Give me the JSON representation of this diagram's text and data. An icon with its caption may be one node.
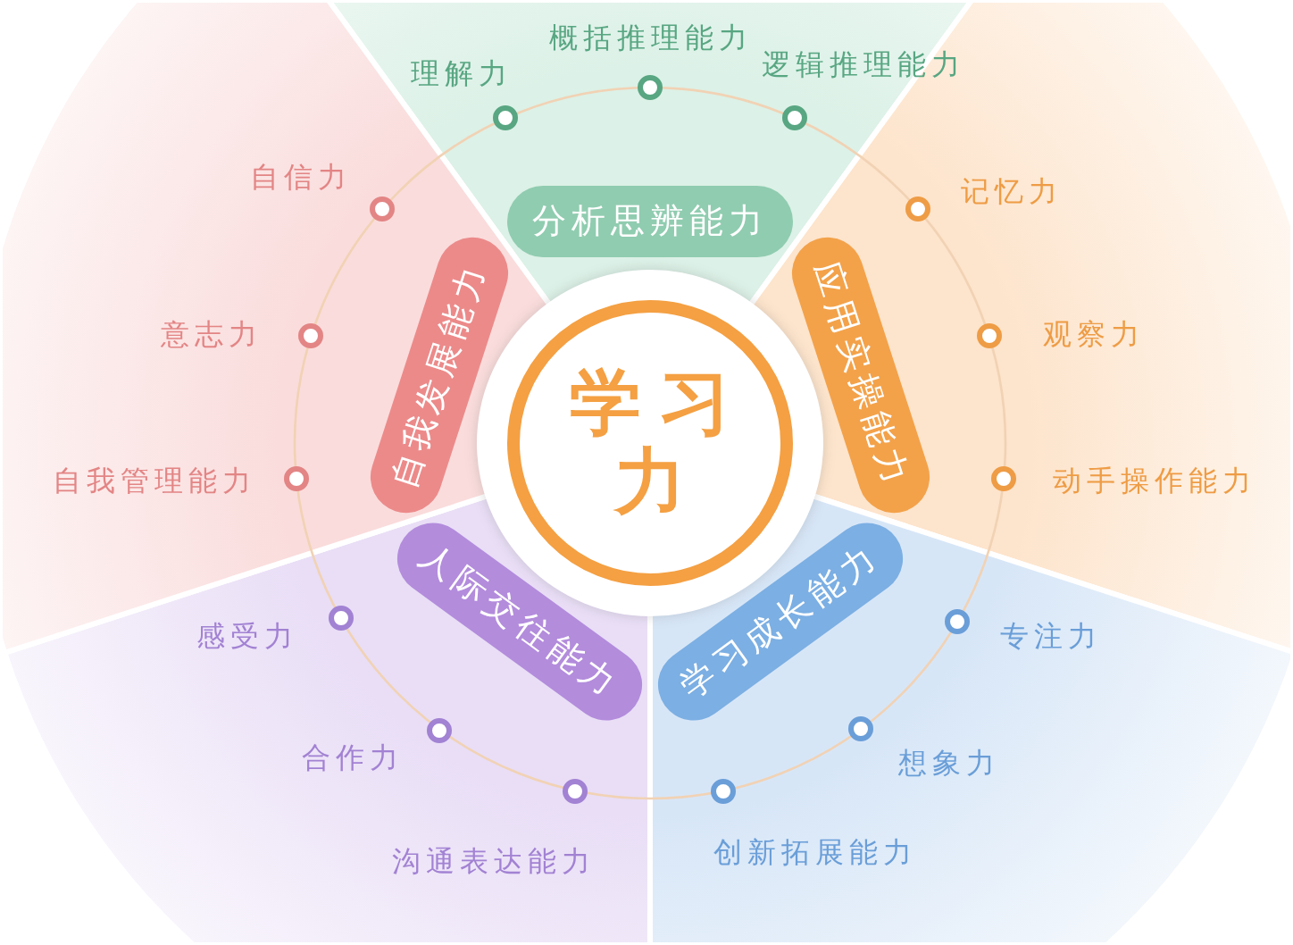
{
  "diagram": {
    "nodes": [
      {
        "text": [
          "学习力"
        ]
      },
      {
        "text": [
          "分析思辨能力"
        ]
      },
      {
        "text": [
          "理解力"
        ],
        "in": 1
      },
      {
        "text": [
          "概括推理能力"
        ],
        "in": 1
      },
      {
        "text": [
          "逻辑推理能力"
        ],
        "in": 1
      },
      {
        "text": [
          "应用实操能力"
        ]
      },
      {
        "text": [
          "记忆力"
        ],
        "in": 5
      },
      {
        "text": [
          "观察力"
        ],
        "in": 5
      },
      {
        "text": [
          "动手操作能力"
        ],
        "in": 5
      },
      {
        "text": [
          "学习成长能力"
        ]
      },
      {
        "text": [
          "专注力"
        ],
        "in": 9
      },
      {
        "text": [
          "想象力"
        ],
        "in": 9
      },
      {
        "text": [
          "创新拓展能力"
        ],
        "in": 9
      },
      {
        "text": [
          "人际交往能力"
        ]
      },
      {
        "text": [
          "感受力"
        ],
        "in": 13
      },
      {
        "text": [
          "合作力"
        ],
        "in": 13
      },
      {
        "text": [
          "沟通表达能力"
        ],
        "in": 13
      },
      {
        "text": [
          "自我发展能力"
        ]
      },
      {
        "text": [
          "自信力"
        ],
        "in": 17
      },
      {
        "text": [
          "意志力"
        ],
        "in": 17
      },
      {
        "text": [
          "自我管理能力"
        ],
        "in": 17
      }
    ]
  }
}
